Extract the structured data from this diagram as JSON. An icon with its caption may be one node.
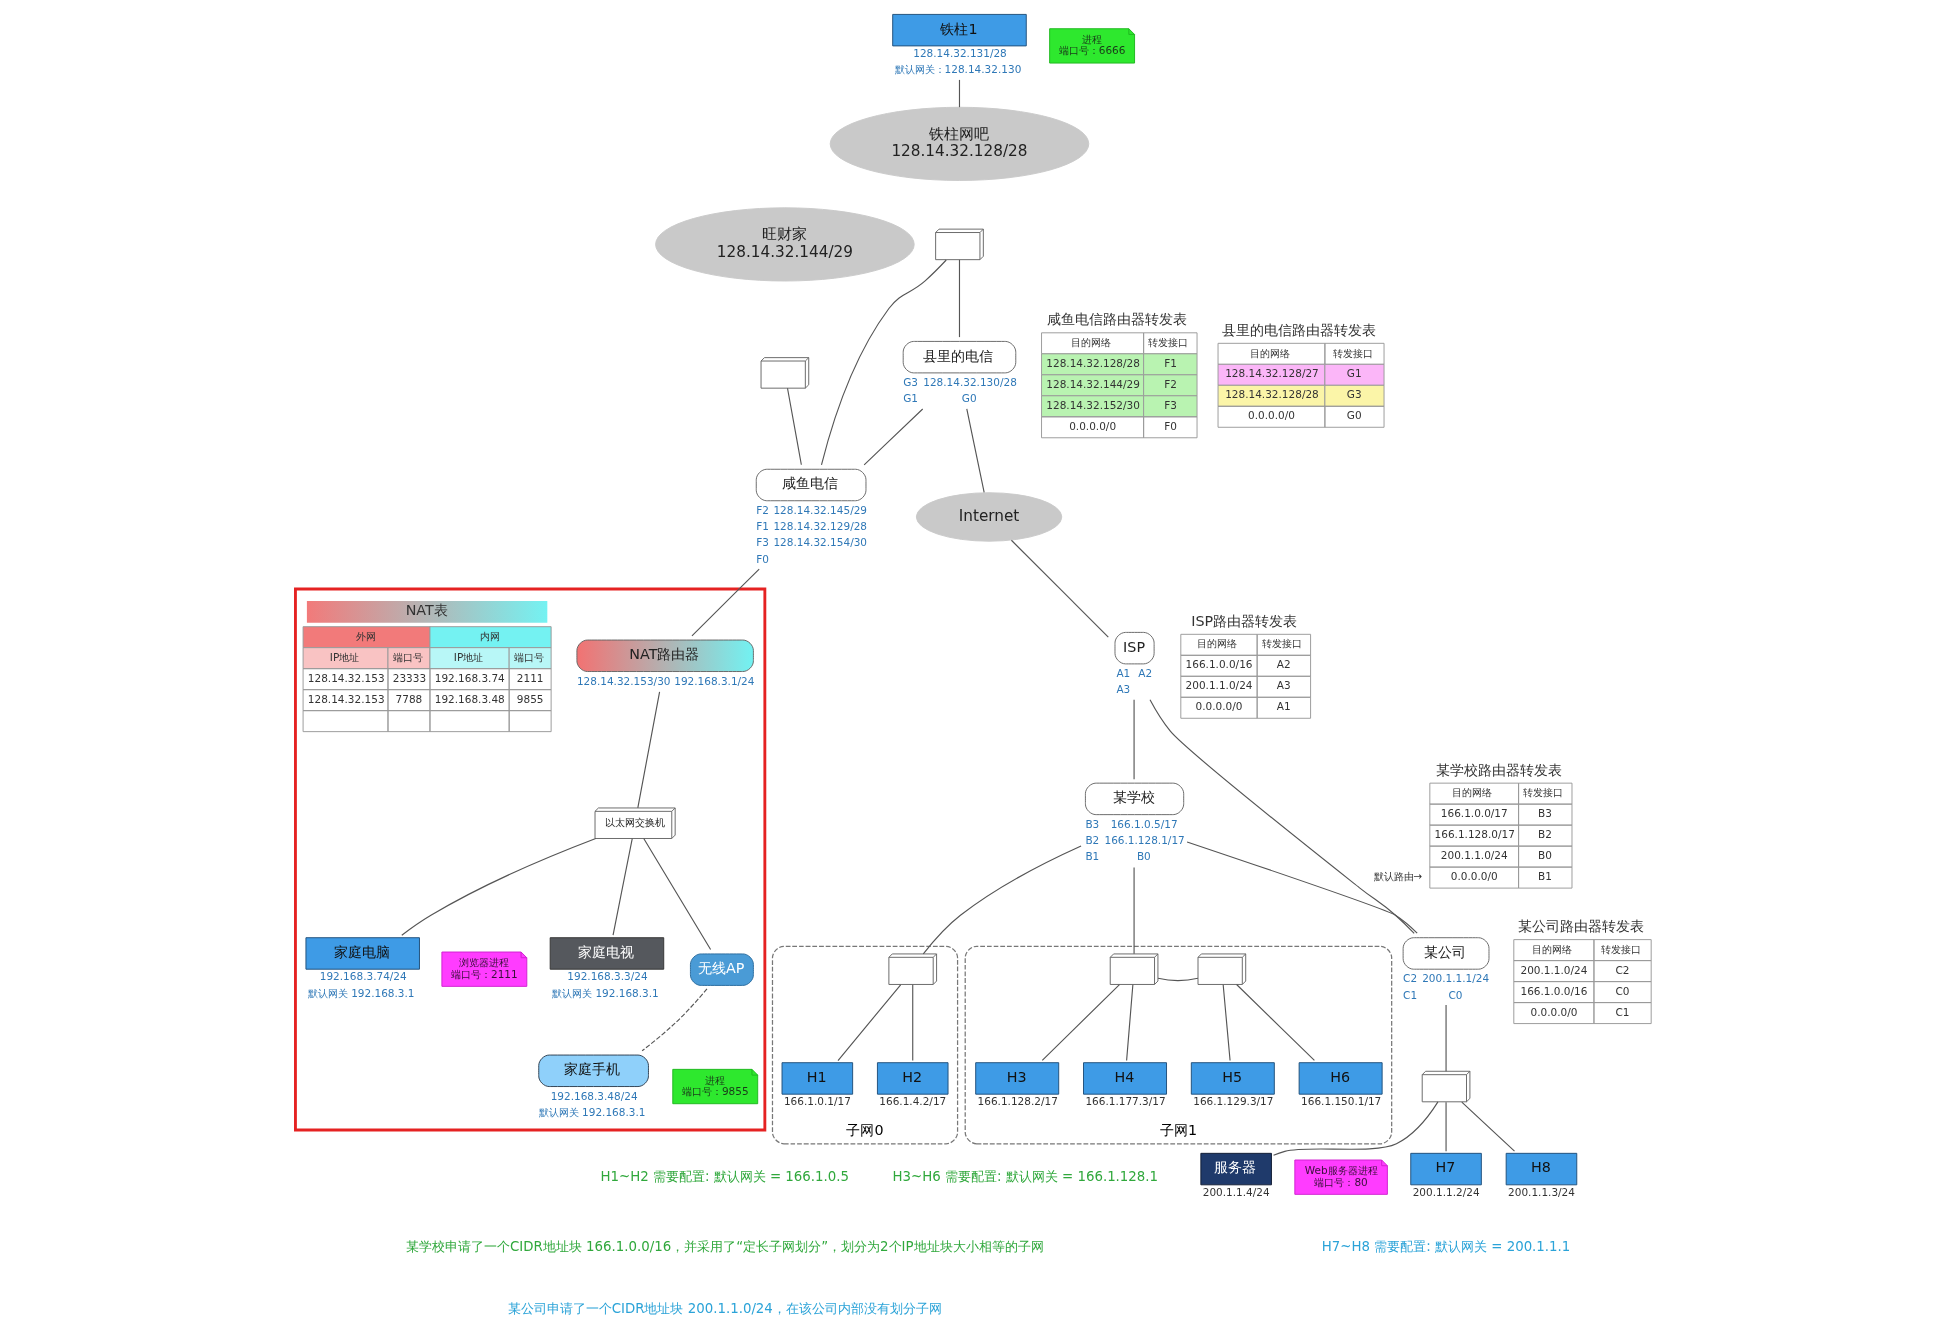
{
  "diagram": {
    "nodes": [
      {
        "text": [],
        "shape": "box"
      },
      {
        "text": [
          "旺财家",
          "128.14.32.144/29"
        ]
      },
      {
        "text": [],
        "shape": "picture"
      },
      {
        "text": [
          "家庭电脑"
        ],
        "beside": [
          "192.168.3.74/24",
          "默认网关 192.168.3.1"
        ],
        "in": 0
      },
      {
        "text": [
          "浏览器进程",
          "端口号：2111"
        ],
        "in": 0
      },
      {
        "text": [
          "铁柱1"
        ],
        "beside": [
          "128.14.32.131/28",
          "默认网关：128.14.32.130"
        ]
      },
      {
        "text": [
          "进程",
          "端口号：6666"
        ]
      },
      {
        "text": [
          "铁柱网吧",
          "128.14.32.128/28"
        ]
      },
      {
        "text": [],
        "shape": "picture"
      },
      {
        "text": [
          "咸鱼电信"
        ],
        "beside": [
          "F2",
          "128.14.32.145/29",
          "F1",
          "128.14.32.129/28",
          "F3",
          "128.14.32.154/30",
          "F0"
        ]
      },
      {
        "text": [
          "NAT路由器"
        ],
        "beside": [
          "128.14.32.153/30",
          "192.168.3.1/24"
        ],
        "in": 0
      },
      {
        "text": [
          "以太网交换机"
        ],
        "in": 0
      },
      {
        "text": [
          "家庭电视"
        ],
        "beside": [
          "192.168.3.3/24",
          "默认网关 192.168.3.1"
        ],
        "in": 0
      },
      {
        "text": [
          "县里的电信"
        ],
        "beside": [
          "G3",
          "128.14.32.130/28",
          "G1",
          "G0"
        ]
      },
      {
        "text": [
          "无线AP"
        ],
        "in": 0
      },
      {
        "text": [
          "Internet"
        ]
      },
      {
        "text": [
          "家庭手机"
        ],
        "beside": [
          "192.168.3.48/24",
          "默认网关 192.168.3.1"
        ],
        "in": 0
      },
      {
        "text": [
          "进程",
          "端口号：9855"
        ],
        "in": 0
      },
      {
        "text": [
          "ISP"
        ],
        "beside": [
          "A1",
          "A2",
          "A3"
        ]
      },
      {
        "text": [
          "某学校"
        ],
        "beside": [
          "B3",
          "166.1.0.5/17",
          "B2",
          "166.1.128.1/17",
          "B1",
          "B0"
        ]
      },
      {
        "text": [
          "某公司"
        ],
        "beside": [
          "C2",
          "200.1.1.1/24",
          "C1",
          "C0"
        ]
      },
      {
        "text": [
          "子网0"
        ]
      },
      {
        "text": [],
        "shape": "picture",
        "in": 21
      },
      {
        "text": [
          "H1"
        ],
        "beside": [
          "166.1.0.1/17"
        ],
        "in": 21
      },
      {
        "text": [
          "H2"
        ],
        "beside": [
          "166.1.4.2/17"
        ],
        "in": 21
      },
      {
        "text": [
          "子网1"
        ]
      },
      {
        "text": [],
        "shape": "picture",
        "in": 25
      },
      {
        "text": [],
        "shape": "picture",
        "in": 25
      },
      {
        "text": [
          "H3"
        ],
        "beside": [
          "166.1.128.2/17"
        ],
        "in": 25
      },
      {
        "text": [
          "H4"
        ],
        "beside": [
          "166.1.177.3/17"
        ],
        "in": 25
      },
      {
        "text": [
          "H5"
        ],
        "beside": [
          "166.1.129.3/17"
        ],
        "in": 25
      },
      {
        "text": [
          "H6"
        ],
        "beside": [
          "166.1.150.1/17"
        ],
        "in": 25
      },
      {
        "text": [],
        "shape": "picture"
      },
      {
        "text": [
          "服务器"
        ],
        "beside": [
          "200.1.1.4/24"
        ]
      },
      {
        "text": [
          "Web服务器进程",
          "端口号：80"
        ]
      },
      {
        "text": [
          "H7"
        ],
        "beside": [
          "200.1.1.2/24"
        ]
      },
      {
        "text": [
          "H8"
        ],
        "beside": [
          "200.1.1.3/24"
        ]
      }
    ],
    "edges": [
      {
        "from": 5,
        "to": 7,
        "arrow": "none"
      },
      {
        "from": 2,
        "to": 9,
        "arrow": "none"
      },
      {
        "from": 8,
        "to": 9,
        "arrow": "none"
      },
      {
        "from": 8,
        "to": 13,
        "arrow": "none"
      },
      {
        "from": 13,
        "to": 9,
        "arrow": "none"
      },
      {
        "from": 9,
        "to": 10,
        "arrow": "none"
      },
      {
        "from": 10,
        "to": 11,
        "arrow": "none"
      },
      {
        "from": 11,
        "to": 3,
        "arrow": "none"
      },
      {
        "from": 11,
        "to": 12,
        "arrow": "none"
      },
      {
        "from": 11,
        "to": 14,
        "arrow": "none"
      },
      {
        "from": 14,
        "to": 16,
        "arrow": "none",
        "style": "dashed"
      },
      {
        "from": 13,
        "to": 15,
        "arrow": "none"
      },
      {
        "from": 15,
        "to": 18,
        "arrow": "none"
      },
      {
        "from": 18,
        "to": 19,
        "arrow": "none"
      },
      {
        "from": 18,
        "to": 20,
        "arrow": "none"
      },
      {
        "from": 19,
        "to": 20,
        "arrow": "none"
      },
      {
        "from": 19,
        "to": 22,
        "arrow": "none"
      },
      {
        "from": 19,
        "to": 26,
        "arrow": "none"
      },
      {
        "from": 22,
        "to": 23,
        "arrow": "none"
      },
      {
        "from": 22,
        "to": 24,
        "arrow": "none"
      },
      {
        "from": 26,
        "to": 27,
        "arrow": "none"
      },
      {
        "from": 26,
        "to": 28,
        "arrow": "none"
      },
      {
        "from": 26,
        "to": 29,
        "arrow": "none"
      },
      {
        "from": 27,
        "to": 30,
        "arrow": "none"
      },
      {
        "from": 27,
        "to": 31,
        "arrow": "none"
      },
      {
        "from": 20,
        "to": 32,
        "arrow": "none"
      },
      {
        "from": 32,
        "to": 35,
        "arrow": "none"
      },
      {
        "from": 32,
        "to": 36,
        "arrow": "none"
      },
      {
        "from": 32,
        "to": 33,
        "arrow": "none"
      }
    ],
    "labels": [
      "咸鱼电信路由器转发表",
      "目的网络",
      "转发接口",
      "128.14.32.128/28",
      "F1",
      "128.14.32.144/29",
      "F2",
      "128.14.32.152/30",
      "F3",
      "0.0.0.0/0",
      "F0",
      "NAT表",
      "外网",
      "内网",
      "IP地址",
      "端口号",
      "IP地址",
      "端口号",
      "128.14.32.153",
      "23333",
      "192.168.3.74",
      "2111",
      "128.14.32.153",
      "7788",
      "192.168.3.48",
      "9855",
      "县里的电信路由器转发表",
      "目的网络",
      "转发接口",
      "128.14.32.128/27",
      "G1",
      "128.14.32.128/28",
      "G3",
      "0.0.0.0/0",
      "G0",
      "ISP路由器转发表",
      "目的网络",
      "转发接口",
      "166.1.0.0/16",
      "A2",
      "200.1.1.0/24",
      "A3",
      "0.0.0.0/0",
      "A1",
      "某学校路由器转发表",
      "目的网络",
      "转发接口",
      "166.1.0.0/17",
      "B3",
      "166.1.128.0/17",
      "B2",
      "200.1.1.0/24",
      "B0",
      "默认路由→",
      "0.0.0.0/0",
      "B1",
      "某公司路由器转发表",
      "目的网络",
      "转发接口",
      "200.1.1.0/24",
      "C2",
      "166.1.0.0/16",
      "C0",
      "0.0.0.0/0",
      "C1",
      "H7~H8 需要配置: 默认网关 = 200.1.1.1",
      "H1~H2 需要配置: 默认网关 = 166.1.0.5",
      "H3~H6 需要配置: 默认网关 = 166.1.128.1",
      "某学校申请了一个CIDR地址块 166.1.0.0/16，并采用了“定长子网划分”，划分为2个IP地址块大小相等的子网",
      "某公司申请了一个CIDR地址块 200.1.1.0/24，在该公司内部没有划分子网"
    ]
  }
}
